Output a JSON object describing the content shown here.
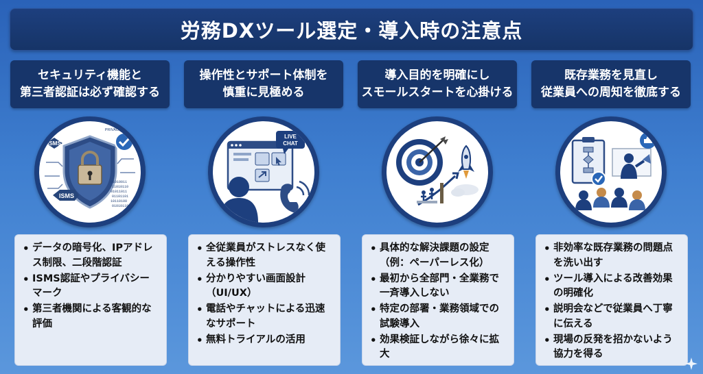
{
  "title": "労務DXツール選定・導入時の注意点",
  "columns": [
    {
      "heading": [
        "セキュリティ機能と",
        "第三者認証は必ず確認する"
      ],
      "icon_labels": [
        "ISMS",
        "ISMS",
        "PRIVACY CHEP",
        "01010011",
        "11010110",
        "01011011",
        "01101101",
        "10110100",
        "01010110"
      ],
      "bullets": [
        "データの暗号化、IPアドレス制限、二段階認証",
        "ISMS認証やプライバシーマーク",
        "第三者機関による客観的な評価"
      ]
    },
    {
      "heading": [
        "操作性とサポート体制を",
        "慎重に見極める"
      ],
      "icon_labels": [
        "LIVE",
        "CHAT"
      ],
      "bullets": [
        "全従業員がストレスなく使える操作性",
        "分かりやすい画面設計（UI/UX）",
        "電話やチャットによる迅速なサポート",
        "無料トライアルの活用"
      ]
    },
    {
      "heading": [
        "導入目的を明確にし",
        "スモールスタートを心掛ける"
      ],
      "icon_labels": [],
      "bullets": [
        "具体的な解決課題の設定（例：ペーパーレス化）",
        "最初から全部門・全業務で一斉導入しない",
        "特定の部署・業務領域での試験導入",
        "効果検証しながら徐々に拡大"
      ]
    },
    {
      "heading": [
        "既存業務を見直し",
        "従業員への周知を徹底する"
      ],
      "icon_labels": [],
      "bullets": [
        "非効率な既存業務の問題点を洗い出す",
        "ツール導入による改善効果の明確化",
        "説明会などで従業員へ丁寧に伝える",
        "現場の反発を招かないよう協力を得る"
      ]
    }
  ],
  "colors": {
    "navy": "#17356a",
    "background": "#3f7fd0",
    "panel": "#e6ecf6"
  }
}
